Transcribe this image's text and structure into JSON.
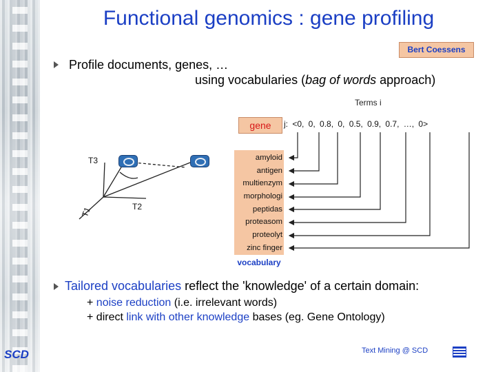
{
  "title": "Functional genomics : gene profiling",
  "author_tag": "Bert Coessens",
  "bullets": [
    {
      "line1": "Profile documents, genes, …",
      "line2_pre": "using vocabularies (",
      "line2_em": "bag of words",
      "line2_post": " approach)"
    },
    {
      "hl": "Tailored vocabularies",
      "rest": " reflect the 'knowledge' of a certain domain:"
    }
  ],
  "sub_points": [
    {
      "prefix": "+ ",
      "hl": "noise reduction",
      "rest": " (i.e. irrelevant words)"
    },
    {
      "prefix": "+ direct ",
      "hl": "link with other knowledge",
      "rest": " bases  (eg. Gene Ontology)"
    }
  ],
  "diagram": {
    "terms_label": "Terms i",
    "gene_label": "gene",
    "vector": "j: <0,   0,   0.8,   0,   0.5,   0.9,   0.7,   …,   0>",
    "vector_values": [
      "0",
      "0",
      "0.8",
      "0",
      "0.5",
      "0.9",
      "0.7",
      "…",
      "0"
    ],
    "vocabulary": [
      "amyloid",
      "antigen",
      "multienzym",
      "morphologi",
      "peptidas",
      "proteasom",
      "proteolyt",
      "zinc  finger"
    ],
    "vocabulary_label": "vocabulary",
    "axes": {
      "t1": "T1",
      "t2": "T2",
      "t3": "T3"
    }
  },
  "footer": "Text Mining @ SCD",
  "logo": "SCD",
  "colors": {
    "title": "#1b3fc4",
    "highlight": "#1b3fc4",
    "box": "#f5c6a3",
    "gene_text": "#d81818"
  }
}
